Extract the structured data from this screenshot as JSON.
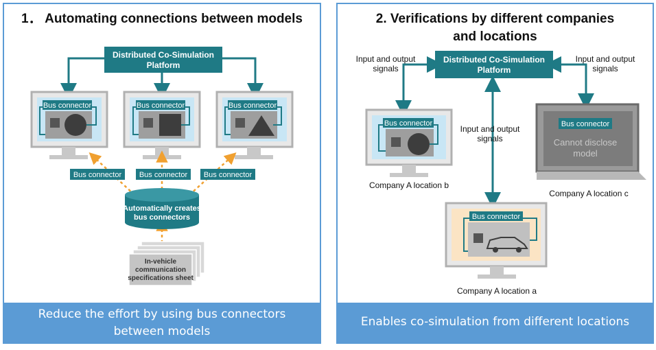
{
  "left_panel": {
    "title": "1． Automating connections between models",
    "platform_line1": "Distributed Co-Simulation",
    "platform_line2": "Platform",
    "monitor_bus_connector": "Bus connector",
    "bus_connector_labels": [
      "Bus connector",
      "Bus connector",
      "Bus connector"
    ],
    "db_line1": "Automatically creates",
    "db_line2": "bus connectors",
    "sheet_line1": "In-vehicle",
    "sheet_line2": "communication",
    "sheet_line3": "specifications sheet",
    "footer_line1": "Reduce the effort by using bus connectors",
    "footer_line2": "between models"
  },
  "right_panel": {
    "title_line1": "2. Verifications by different companies",
    "title_line2": "and locations",
    "platform_line1": "Distributed Co-Simulation",
    "platform_line2": "Platform",
    "io_left_line1": "Input and output",
    "io_left_line2": "signals",
    "io_right_line1": "Input and output",
    "io_right_line2": "signals",
    "io_center_line1": "Input and output",
    "io_center_line2": "signals",
    "bus_connector": "Bus connector",
    "cannot_disclose_line1": "Cannot disclose",
    "cannot_disclose_line2": "model",
    "location_b": "Company A location b",
    "location_c": "Company A location c",
    "location_a": "Company A location a",
    "footer": "Enables co-simulation from different locations"
  },
  "colors": {
    "teal": "#1f7a85",
    "accent_blue": "#5b9bd5",
    "dashed_orange": "#f0a030",
    "chip_dark": "#555555",
    "screen_blue": "#c8e6f5",
    "screen_peach": "#fbe4c4"
  }
}
